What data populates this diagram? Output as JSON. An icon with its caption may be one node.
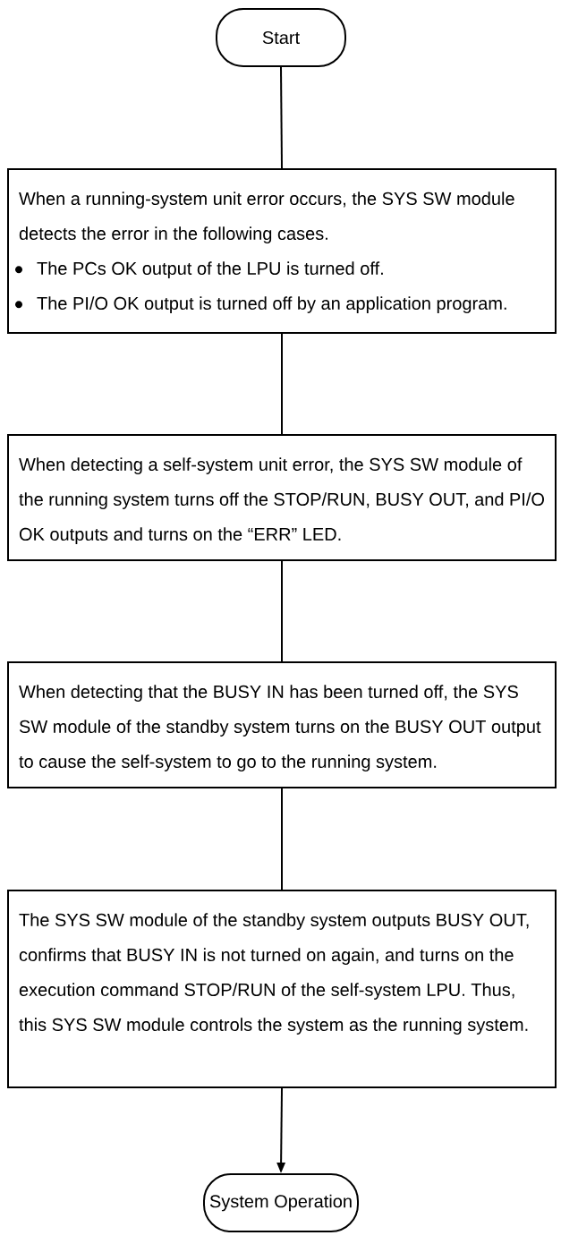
{
  "diagram": {
    "nodes": [
      {
        "text": [
          "Start"
        ]
      },
      {
        "text": [
          "When a running-system unit error occurs, the SYS SW module detects the error in the following cases.",
          "The PCs OK output of the LPU is turned off.",
          "The PI/O OK output is turned off by an application program."
        ]
      },
      {
        "text": [
          "When detecting a self-system unit error, the SYS SW module of the running system turns off the STOP/RUN, BUSY OUT, and PI/O OK outputs and turns on the “ERR” LED."
        ]
      },
      {
        "text": [
          "When detecting that the BUSY IN has been turned off, the SYS SW module of the standby system turns on the BUSY OUT output to cause the self-system to go to the running system."
        ]
      },
      {
        "text": [
          "The SYS SW module of the standby system outputs BUSY OUT, confirms that BUSY IN is not turned on again, and turns on the execution command STOP/RUN of the self-system LPU. Thus, this SYS SW module controls the system as the running system."
        ]
      },
      {
        "text": [
          "System Operation"
        ]
      }
    ],
    "edges": [
      {
        "from": 0,
        "to": 1,
        "arrow": "none"
      },
      {
        "from": 1,
        "to": 2,
        "arrow": "none"
      },
      {
        "from": 2,
        "to": 3,
        "arrow": "none"
      },
      {
        "from": 3,
        "to": 4,
        "arrow": "none"
      },
      {
        "from": 4,
        "to": 5,
        "arrow": "to"
      }
    ]
  }
}
